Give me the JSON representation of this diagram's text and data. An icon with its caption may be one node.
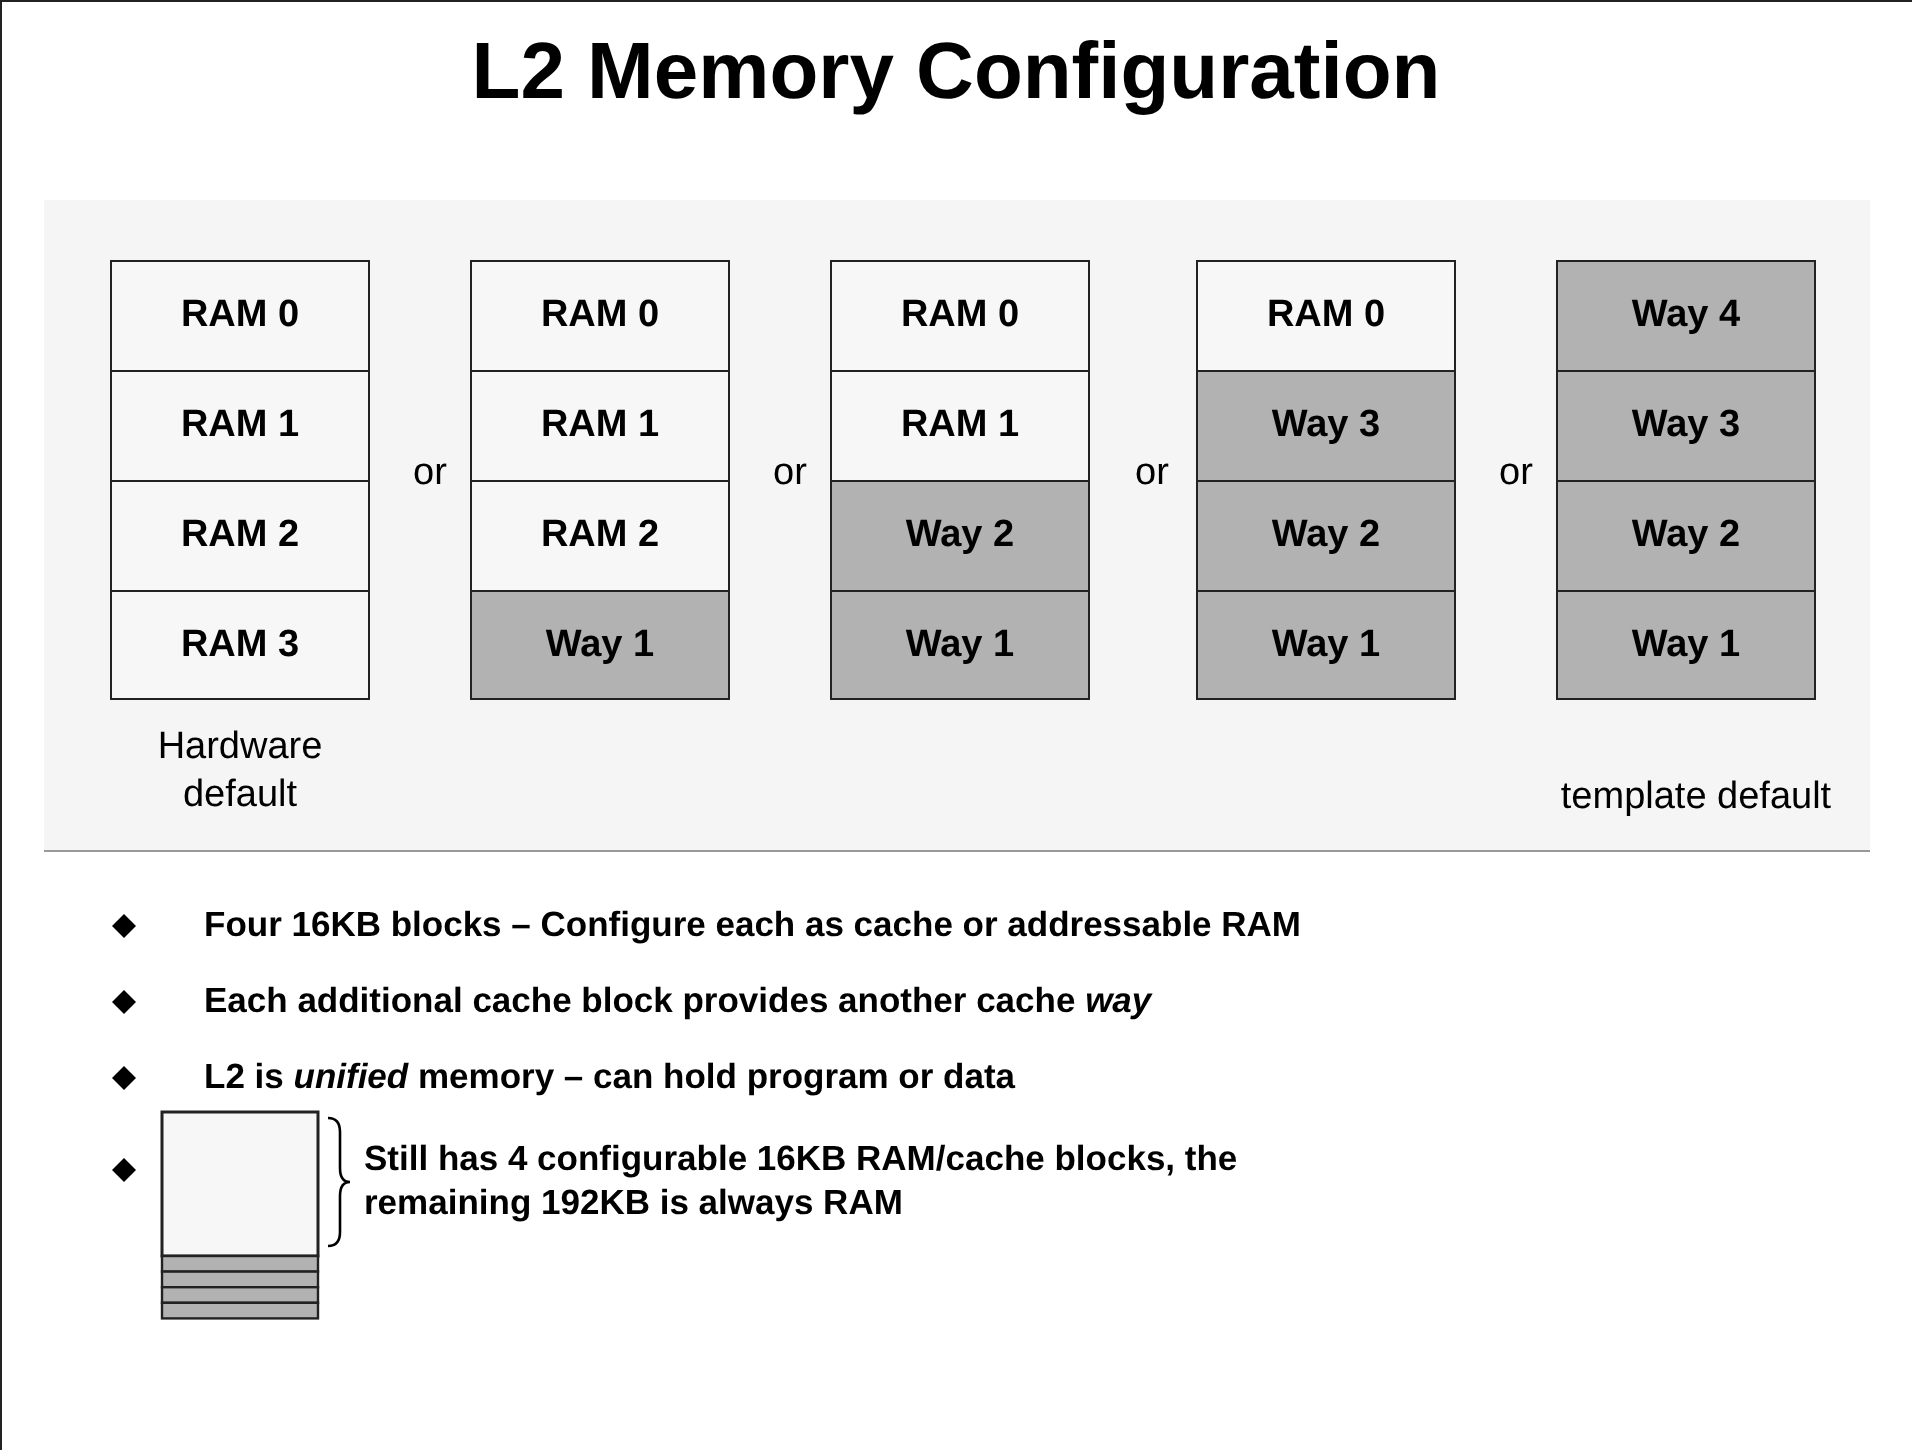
{
  "diagram": {
    "title": "L2 Memory Configuration",
    "nodes": [
      {
        "text": [
          "RAM 0"
        ]
      },
      {
        "text": [
          "RAM 1"
        ]
      },
      {
        "text": [
          "RAM 2"
        ]
      },
      {
        "text": [
          "RAM 3"
        ]
      },
      {
        "text": [
          "RAM 0"
        ]
      },
      {
        "text": [
          "RAM 1"
        ]
      },
      {
        "text": [
          "RAM 2"
        ]
      },
      {
        "text": [
          "Way 1"
        ]
      },
      {
        "text": [
          "RAM 0"
        ]
      },
      {
        "text": [
          "RAM 1"
        ]
      },
      {
        "text": [
          "Way 2"
        ]
      },
      {
        "text": [
          "Way 1"
        ]
      },
      {
        "text": [
          "RAM 0"
        ]
      },
      {
        "text": [
          "Way 3"
        ]
      },
      {
        "text": [
          "Way 2"
        ]
      },
      {
        "text": [
          "Way 1"
        ]
      },
      {
        "text": [
          "Way 4"
        ]
      },
      {
        "text": [
          "Way 3"
        ]
      },
      {
        "text": [
          "Way 2"
        ]
      },
      {
        "text": [
          "Way 1"
        ]
      },
      {
        "text": [],
        "shape": "box"
      }
    ],
    "labels": [
      "or",
      "or",
      "or",
      "or",
      "Hardware default",
      "template default",
      "Four 16KB blocks – Configure each as cache or addressable RAM",
      "Each additional cache block provides another cache *way*",
      "L2 is *unified* memory – can hold program or data",
      "Still has 4 configurable 16KB RAM/cache blocks, the remaining 192KB is always RAM"
    ]
  }
}
